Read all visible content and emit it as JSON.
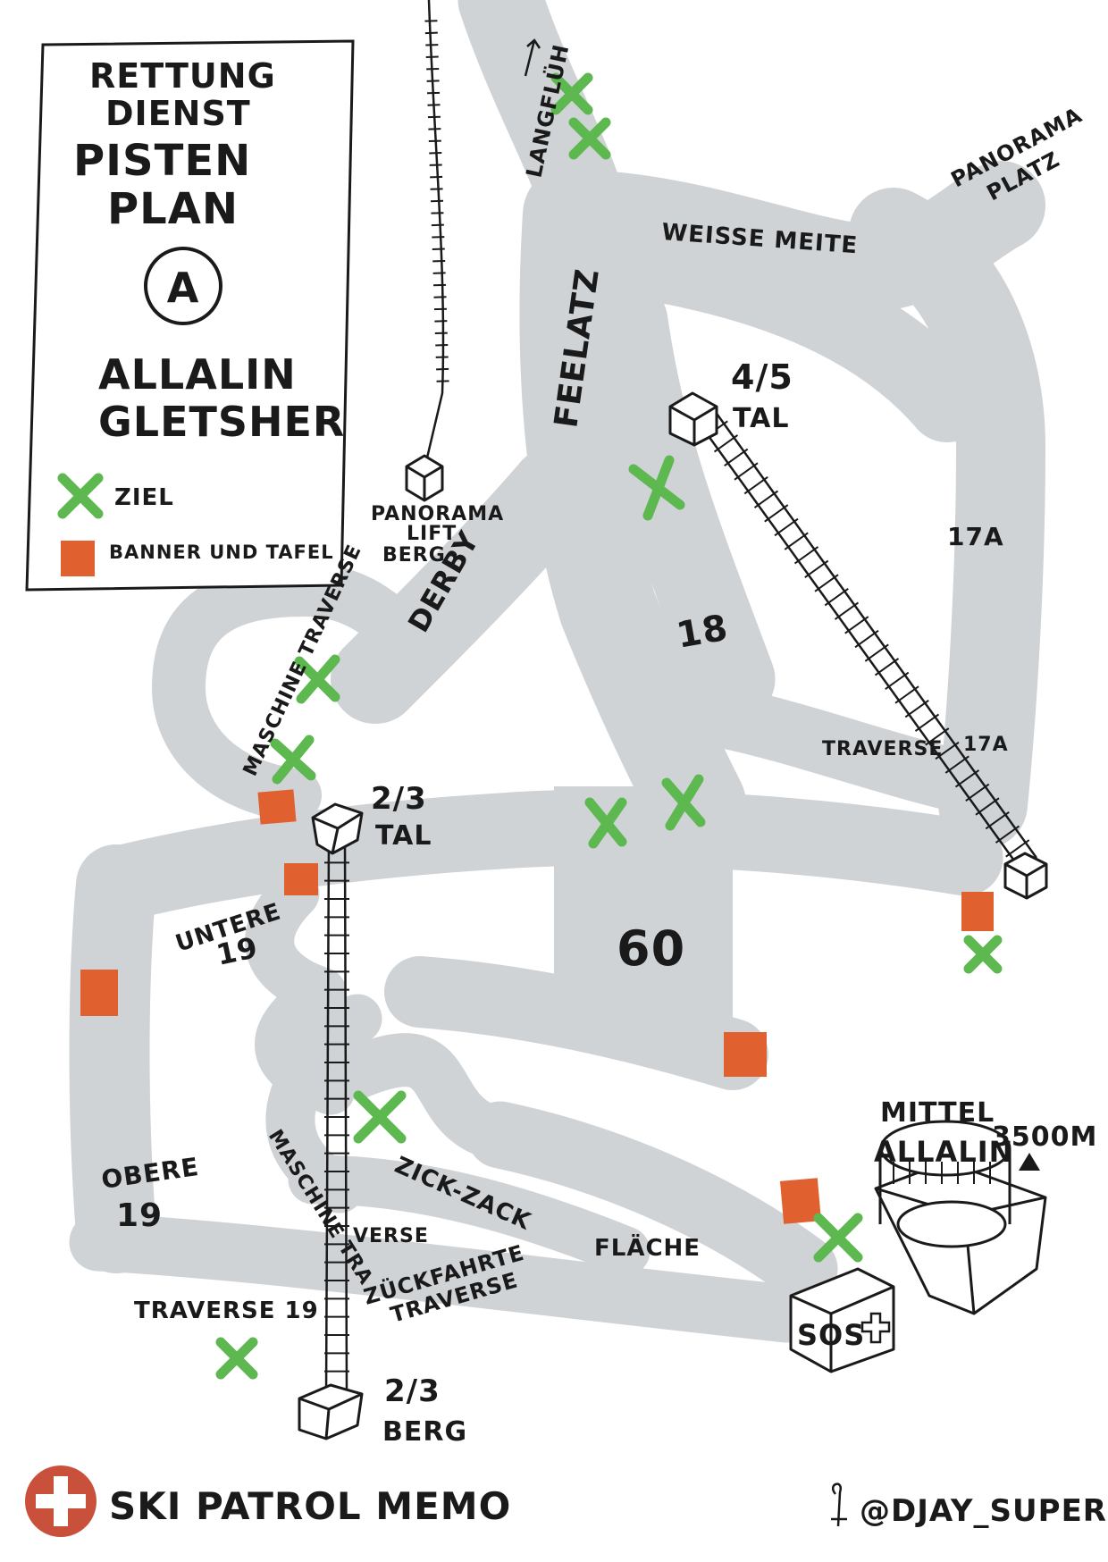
{
  "legend": {
    "title_lines": [
      "RETTUNG",
      "DIENST",
      "PISTEN",
      "PLAN"
    ],
    "plan_letter": "A",
    "area_lines": [
      "ALLALIN",
      "GLETSHER"
    ],
    "items": [
      {
        "symbol": "ziel-icon",
        "label": "ZIEL"
      },
      {
        "symbol": "banner-icon",
        "label": "BANNER UND TAFEL"
      }
    ]
  },
  "colors": {
    "piste": "#cfd3d6",
    "ziel": "#5cb84f",
    "banner": "#e0602f",
    "ink": "#1a1a1a",
    "logo": "#c9503a"
  },
  "labels": {
    "langfluh": "LANGFLÜH",
    "panorama_platz": [
      "PANORAMA",
      "PLATZ"
    ],
    "weisse_meite": "WEISSE MEITE",
    "feelatz": "FEELATZ",
    "tal_45": [
      "4/5",
      "TAL"
    ],
    "panorama_lift_berg": [
      "PANORAMA",
      "LIFT",
      "BERG"
    ],
    "derby": "DERBY",
    "p17a_top": "17A",
    "p18": "18",
    "maschine_traverse_top": "MASCHINE TRAVERSE",
    "traverse": "TRAVERSE",
    "p17a_bottom": "17A",
    "tal_23": [
      "2/3",
      "TAL"
    ],
    "untere_19": [
      "UNTERE",
      "19"
    ],
    "p60": "60",
    "mittel_allalin": [
      "MITTEL",
      "ALLALIN"
    ],
    "altitude": "3500M",
    "obere_19": [
      "OBERE",
      "19"
    ],
    "maschine_traverse_bottom_a": "MASCHINE TRA",
    "maschine_traverse_bottom_b": "VERSE",
    "zick_zack": "ZICK-ZACK",
    "flache": "FLÄCHE",
    "zuckfahrte": [
      "ZÜCKFAHRTE",
      "TRAVERSE"
    ],
    "traverse_19": "TRAVERSE 19",
    "berg_23": [
      "2/3",
      "BERG"
    ],
    "sos": "SOS"
  },
  "footer": {
    "brand": "SKI PATROL MEMO",
    "handle": "@DJAY_SUPER"
  }
}
